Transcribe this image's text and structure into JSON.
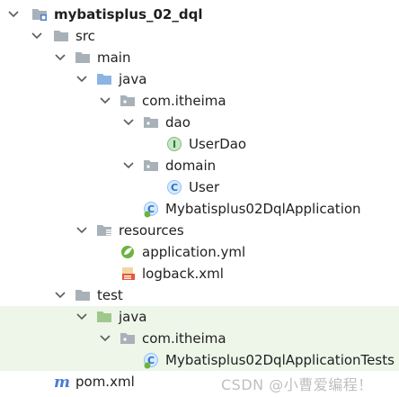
{
  "tree": {
    "rows": [
      {
        "label": "mybatisplus_02_dql",
        "icon": "module-folder-icon",
        "expanded": true
      },
      {
        "label": "src",
        "icon": "folder-icon",
        "expanded": true
      },
      {
        "label": "main",
        "icon": "folder-icon",
        "expanded": true
      },
      {
        "label": "java",
        "icon": "source-root-folder-icon",
        "expanded": true
      },
      {
        "label": "com.itheima",
        "icon": "package-icon",
        "expanded": true
      },
      {
        "label": "dao",
        "icon": "package-icon",
        "expanded": true
      },
      {
        "label": "UserDao",
        "icon": "interface-icon",
        "glyph": "I"
      },
      {
        "label": "domain",
        "icon": "package-icon",
        "expanded": true
      },
      {
        "label": "User",
        "icon": "class-icon",
        "glyph": "C"
      },
      {
        "label": "Mybatisplus02DqlApplication",
        "icon": "spring-boot-app-icon",
        "glyph": "C"
      },
      {
        "label": "resources",
        "icon": "resources-folder-icon",
        "expanded": true
      },
      {
        "label": "application.yml",
        "icon": "spring-yml-icon"
      },
      {
        "label": "logback.xml",
        "icon": "xml-file-icon"
      },
      {
        "label": "test",
        "icon": "folder-icon",
        "expanded": true
      },
      {
        "label": "java",
        "icon": "test-source-root-folder-icon",
        "expanded": true
      },
      {
        "label": "com.itheima",
        "icon": "package-icon",
        "expanded": true
      },
      {
        "label": "Mybatisplus02DqlApplicationTests",
        "icon": "spring-boot-test-icon",
        "glyph": "C"
      },
      {
        "label": "pom.xml",
        "icon": "maven-file-icon",
        "glyph": "m"
      }
    ]
  },
  "watermark": "CSDN @小曹爱编程！",
  "colors": {
    "folder": "#a9b1b8",
    "source_root": "#8cb4e2",
    "test_root": "#9ec98a",
    "test_background": "#eef6ea",
    "arrow": "#5b5b5b",
    "maven": "#4b7bd6"
  }
}
